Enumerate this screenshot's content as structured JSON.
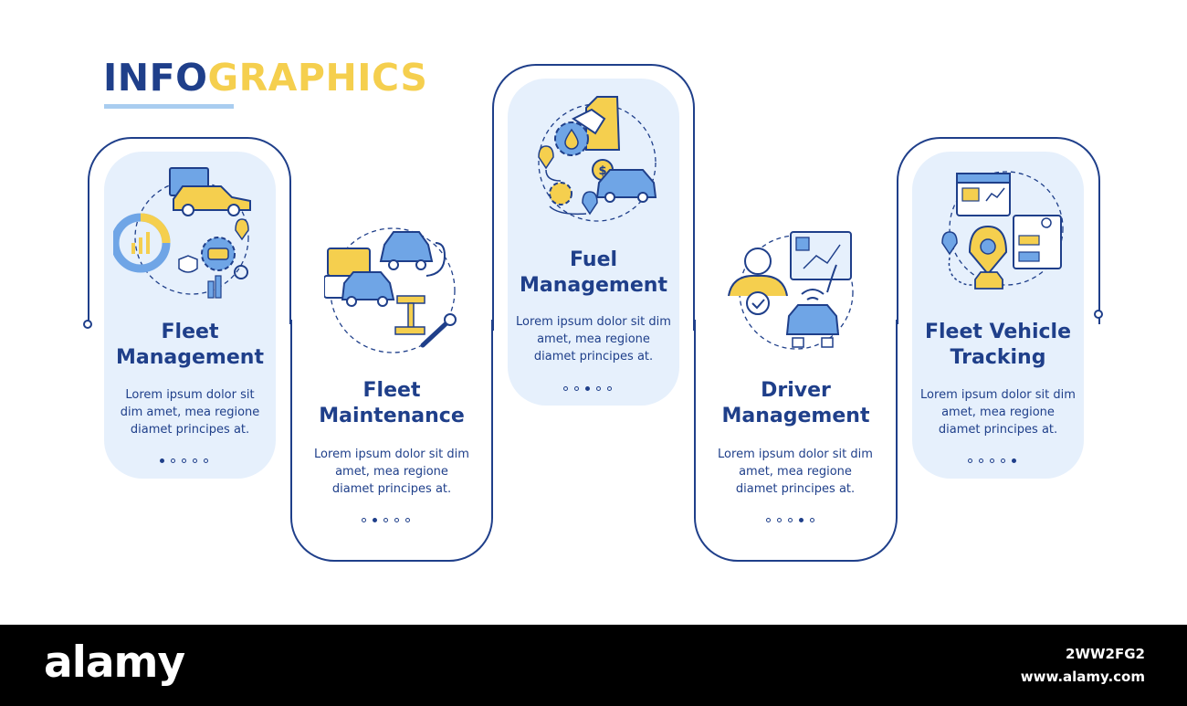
{
  "title": {
    "part1": "INFO",
    "part2": "GRAPHICS"
  },
  "colors": {
    "navy": "#1f3f8a",
    "yellow": "#f5cf4e",
    "light_blue": "#e6f0fc",
    "mid_blue": "#6fa5e6"
  },
  "items": [
    {
      "heading": "Fleet\nManagement",
      "body": "Lorem ipsum dolor sit dim amet, mea regione diamet principes at.",
      "icon": "fleet-management-icon",
      "active_dot": 1
    },
    {
      "heading": "Fleet\nMaintenance",
      "body": "Lorem ipsum dolor sit dim amet, mea regione diamet principes at.",
      "icon": "fleet-maintenance-icon",
      "active_dot": 2
    },
    {
      "heading": "Fuel\nManagement",
      "body": "Lorem ipsum dolor sit dim amet, mea regione diamet principes at.",
      "icon": "fuel-management-icon",
      "active_dot": 3
    },
    {
      "heading": "Driver\nManagement",
      "body": "Lorem ipsum dolor sit dim amet, mea regione diamet principes at.",
      "icon": "driver-management-icon",
      "active_dot": 4
    },
    {
      "heading": "Fleet Vehicle\nTracking",
      "body": "Lorem ipsum dolor sit dim amet, mea regione diamet principes at.",
      "icon": "vehicle-tracking-icon",
      "active_dot": 5
    }
  ],
  "footer": {
    "brand": "alamy",
    "image_id": "2WW2FG2",
    "site": "www.alamy.com"
  }
}
